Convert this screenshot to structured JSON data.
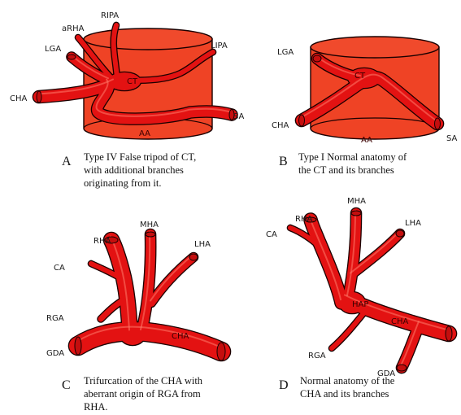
{
  "panels": [
    {
      "letter": "A",
      "caption_lines": [
        "Type IV False tripod of CT,",
        "with additional branches",
        "originating from it."
      ],
      "labels": {
        "aRHA": "aRHA",
        "RIPA": "RIPA",
        "LGA": "LGA",
        "LIPA": "LIPA",
        "CHA": "CHA",
        "CT": "CT",
        "SA": "SA",
        "AA": "AA"
      }
    },
    {
      "letter": "B",
      "caption_lines": [
        "Type I Normal anatomy of",
        "the CT and its branches"
      ],
      "labels": {
        "LGA": "LGA",
        "CT": "CT",
        "CHA": "CHA",
        "AA": "AA",
        "SA": "SA"
      }
    },
    {
      "letter": "C",
      "caption_lines": [
        "Trifurcation of the CHA with",
        "aberrant origin of RGA from",
        "RHA."
      ],
      "labels": {
        "MHA": "MHA",
        "RHA": "RHA",
        "LHA": "LHA",
        "CA": "CA",
        "RGA": "RGA",
        "GDA": "GDA",
        "CHA": "CHA"
      }
    },
    {
      "letter": "D",
      "caption_lines": [
        "Normal anatomy of the",
        "CHA and its branches"
      ],
      "labels": {
        "MHA": "MHA",
        "RHA": "RHA",
        "LHA": "LHA",
        "CA": "CA",
        "HAP": "HAP",
        "CHA": "CHA",
        "RGA": "RGA",
        "GDA": "GDA"
      }
    }
  ],
  "colors": {
    "vessel": "#e31212",
    "aorta": "#ef4325",
    "outline": "#1a0000"
  }
}
